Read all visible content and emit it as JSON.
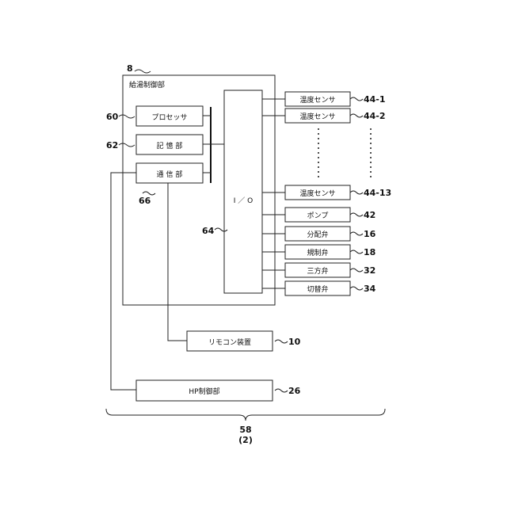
{
  "ref_ctrl": "8",
  "ctrl_title": "給湯制御部",
  "processor": "プロセッサ",
  "memory": "記 憶 部",
  "comm": "通 信 部",
  "io": "I ／ O",
  "ref_processor": "60",
  "ref_memory": "62",
  "ref_comm": "66",
  "ref_io": "64",
  "sensor1": "温度センサ",
  "sensor2": "温度センサ",
  "sensor13": "温度センサ",
  "pump": "ポンプ",
  "dist_valve": "分配弁",
  "reg_valve": "規制弁",
  "three_valve": "三方弁",
  "switch_valve": "切替弁",
  "ref_sensor1": "44-1",
  "ref_sensor2": "44-2",
  "ref_sensor13": "44-13",
  "ref_pump": "42",
  "ref_dist_valve": "16",
  "ref_reg_valve": "18",
  "ref_three_valve": "32",
  "ref_switch_valve": "34",
  "remote": "リモコン装置",
  "ref_remote": "10",
  "hp_ctrl": "HP制御部",
  "ref_hp": "26",
  "ref_system": "58",
  "ref_system_sub": "(2)"
}
